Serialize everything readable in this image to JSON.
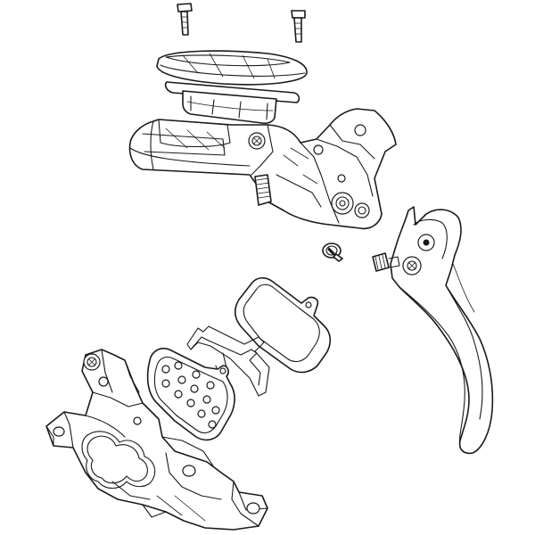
{
  "diagram": {
    "parts": [
      {
        "id": "reservoir-screw-left",
        "icon": "screw-icon"
      },
      {
        "id": "reservoir-screw-right",
        "icon": "screw-icon"
      },
      {
        "id": "reservoir-cover",
        "icon": "cover-plate-icon"
      },
      {
        "id": "reservoir-diaphragm",
        "icon": "diaphragm-icon"
      },
      {
        "id": "master-cylinder-body",
        "icon": "brake-lever-body-icon"
      },
      {
        "id": "lever-pivot-pin",
        "icon": "pin-icon"
      },
      {
        "id": "lever-reach-adjust-knob",
        "icon": "knob-icon"
      },
      {
        "id": "brake-lever-blade",
        "icon": "lever-blade-icon"
      },
      {
        "id": "brake-pad-rear",
        "icon": "brake-pad-icon"
      },
      {
        "id": "pad-spring-clip",
        "icon": "spring-clip-icon"
      },
      {
        "id": "brake-pad-front",
        "icon": "brake-pad-icon"
      },
      {
        "id": "caliper-body",
        "icon": "caliper-icon"
      },
      {
        "id": "caliper-bleed-screw",
        "icon": "screw-icon"
      }
    ],
    "colors": {
      "line": "#1a1a1a",
      "background": "#ffffff"
    }
  }
}
